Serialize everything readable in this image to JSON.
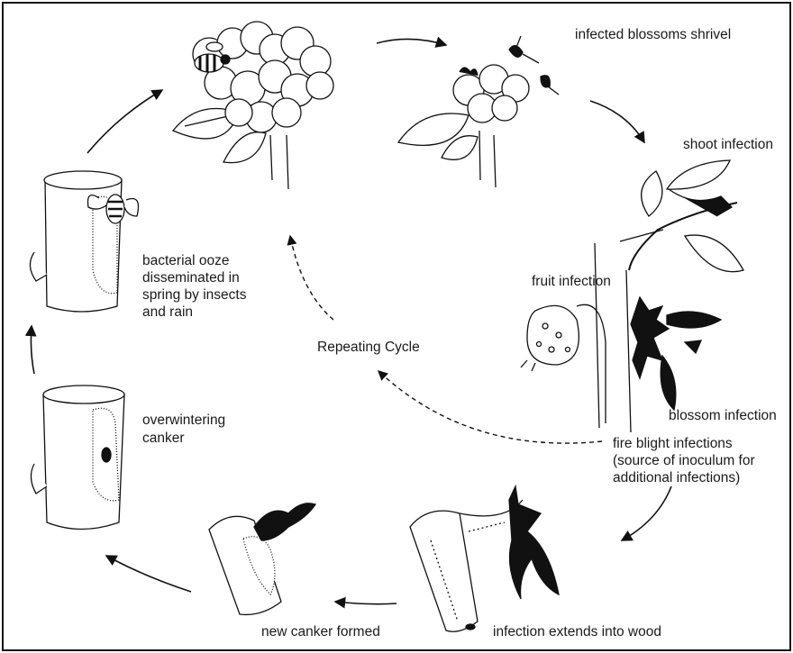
{
  "labels": {
    "infected_blossoms": "infected blossoms shrivel",
    "shoot_infection": "shoot infection",
    "fruit_infection": "fruit infection",
    "blossom_infection": "blossom infection",
    "fire_blight_1": "fire blight infections",
    "fire_blight_2": "(source of inoculum for",
    "fire_blight_3": "additional infections)",
    "extends_wood": "infection extends into wood",
    "new_canker": "new canker formed",
    "overwintering_1": "overwintering",
    "overwintering_2": "canker",
    "ooze_1": "bacterial ooze",
    "ooze_2": "disseminated in",
    "ooze_3": "spring by insects",
    "ooze_4": "and rain",
    "repeating_cycle": "Repeating Cycle"
  },
  "colors": {
    "ink": "#111111",
    "paper": "#ffffff",
    "frame": "#111111"
  }
}
